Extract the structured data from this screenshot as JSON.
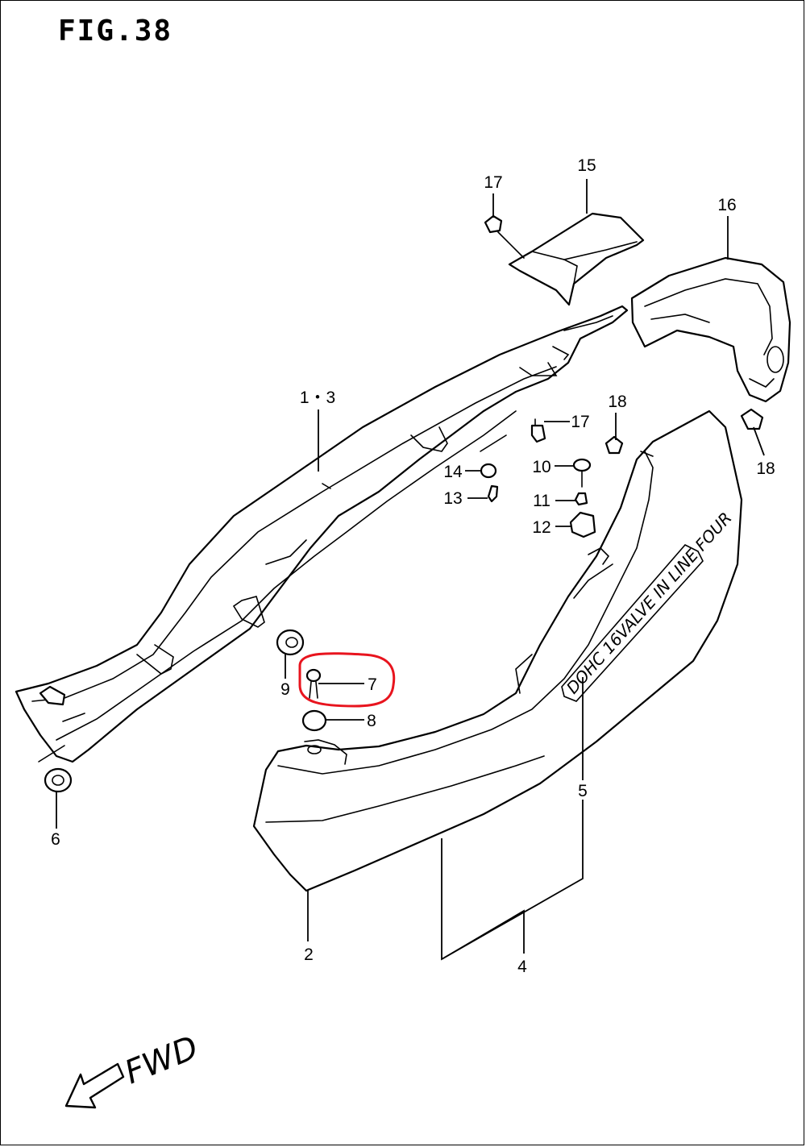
{
  "figure": {
    "title": "FIG.38"
  },
  "labels": {
    "p1_3": "1・3",
    "p2": "2",
    "p4": "4",
    "p5": "5",
    "p6": "6",
    "p7": "7",
    "p8": "8",
    "p9": "9",
    "p10": "10",
    "p11": "11",
    "p12": "12",
    "p13": "13",
    "p14": "14",
    "p15": "15",
    "p16": "16",
    "p17_top": "17",
    "p17_mid": "17",
    "p18_left": "18",
    "p18_right": "18"
  },
  "emblem_text": "DOHC 16VALVE IN LINE FOUR",
  "direction": "FWD",
  "highlight": {
    "target": "7",
    "color": "#e8141e"
  }
}
